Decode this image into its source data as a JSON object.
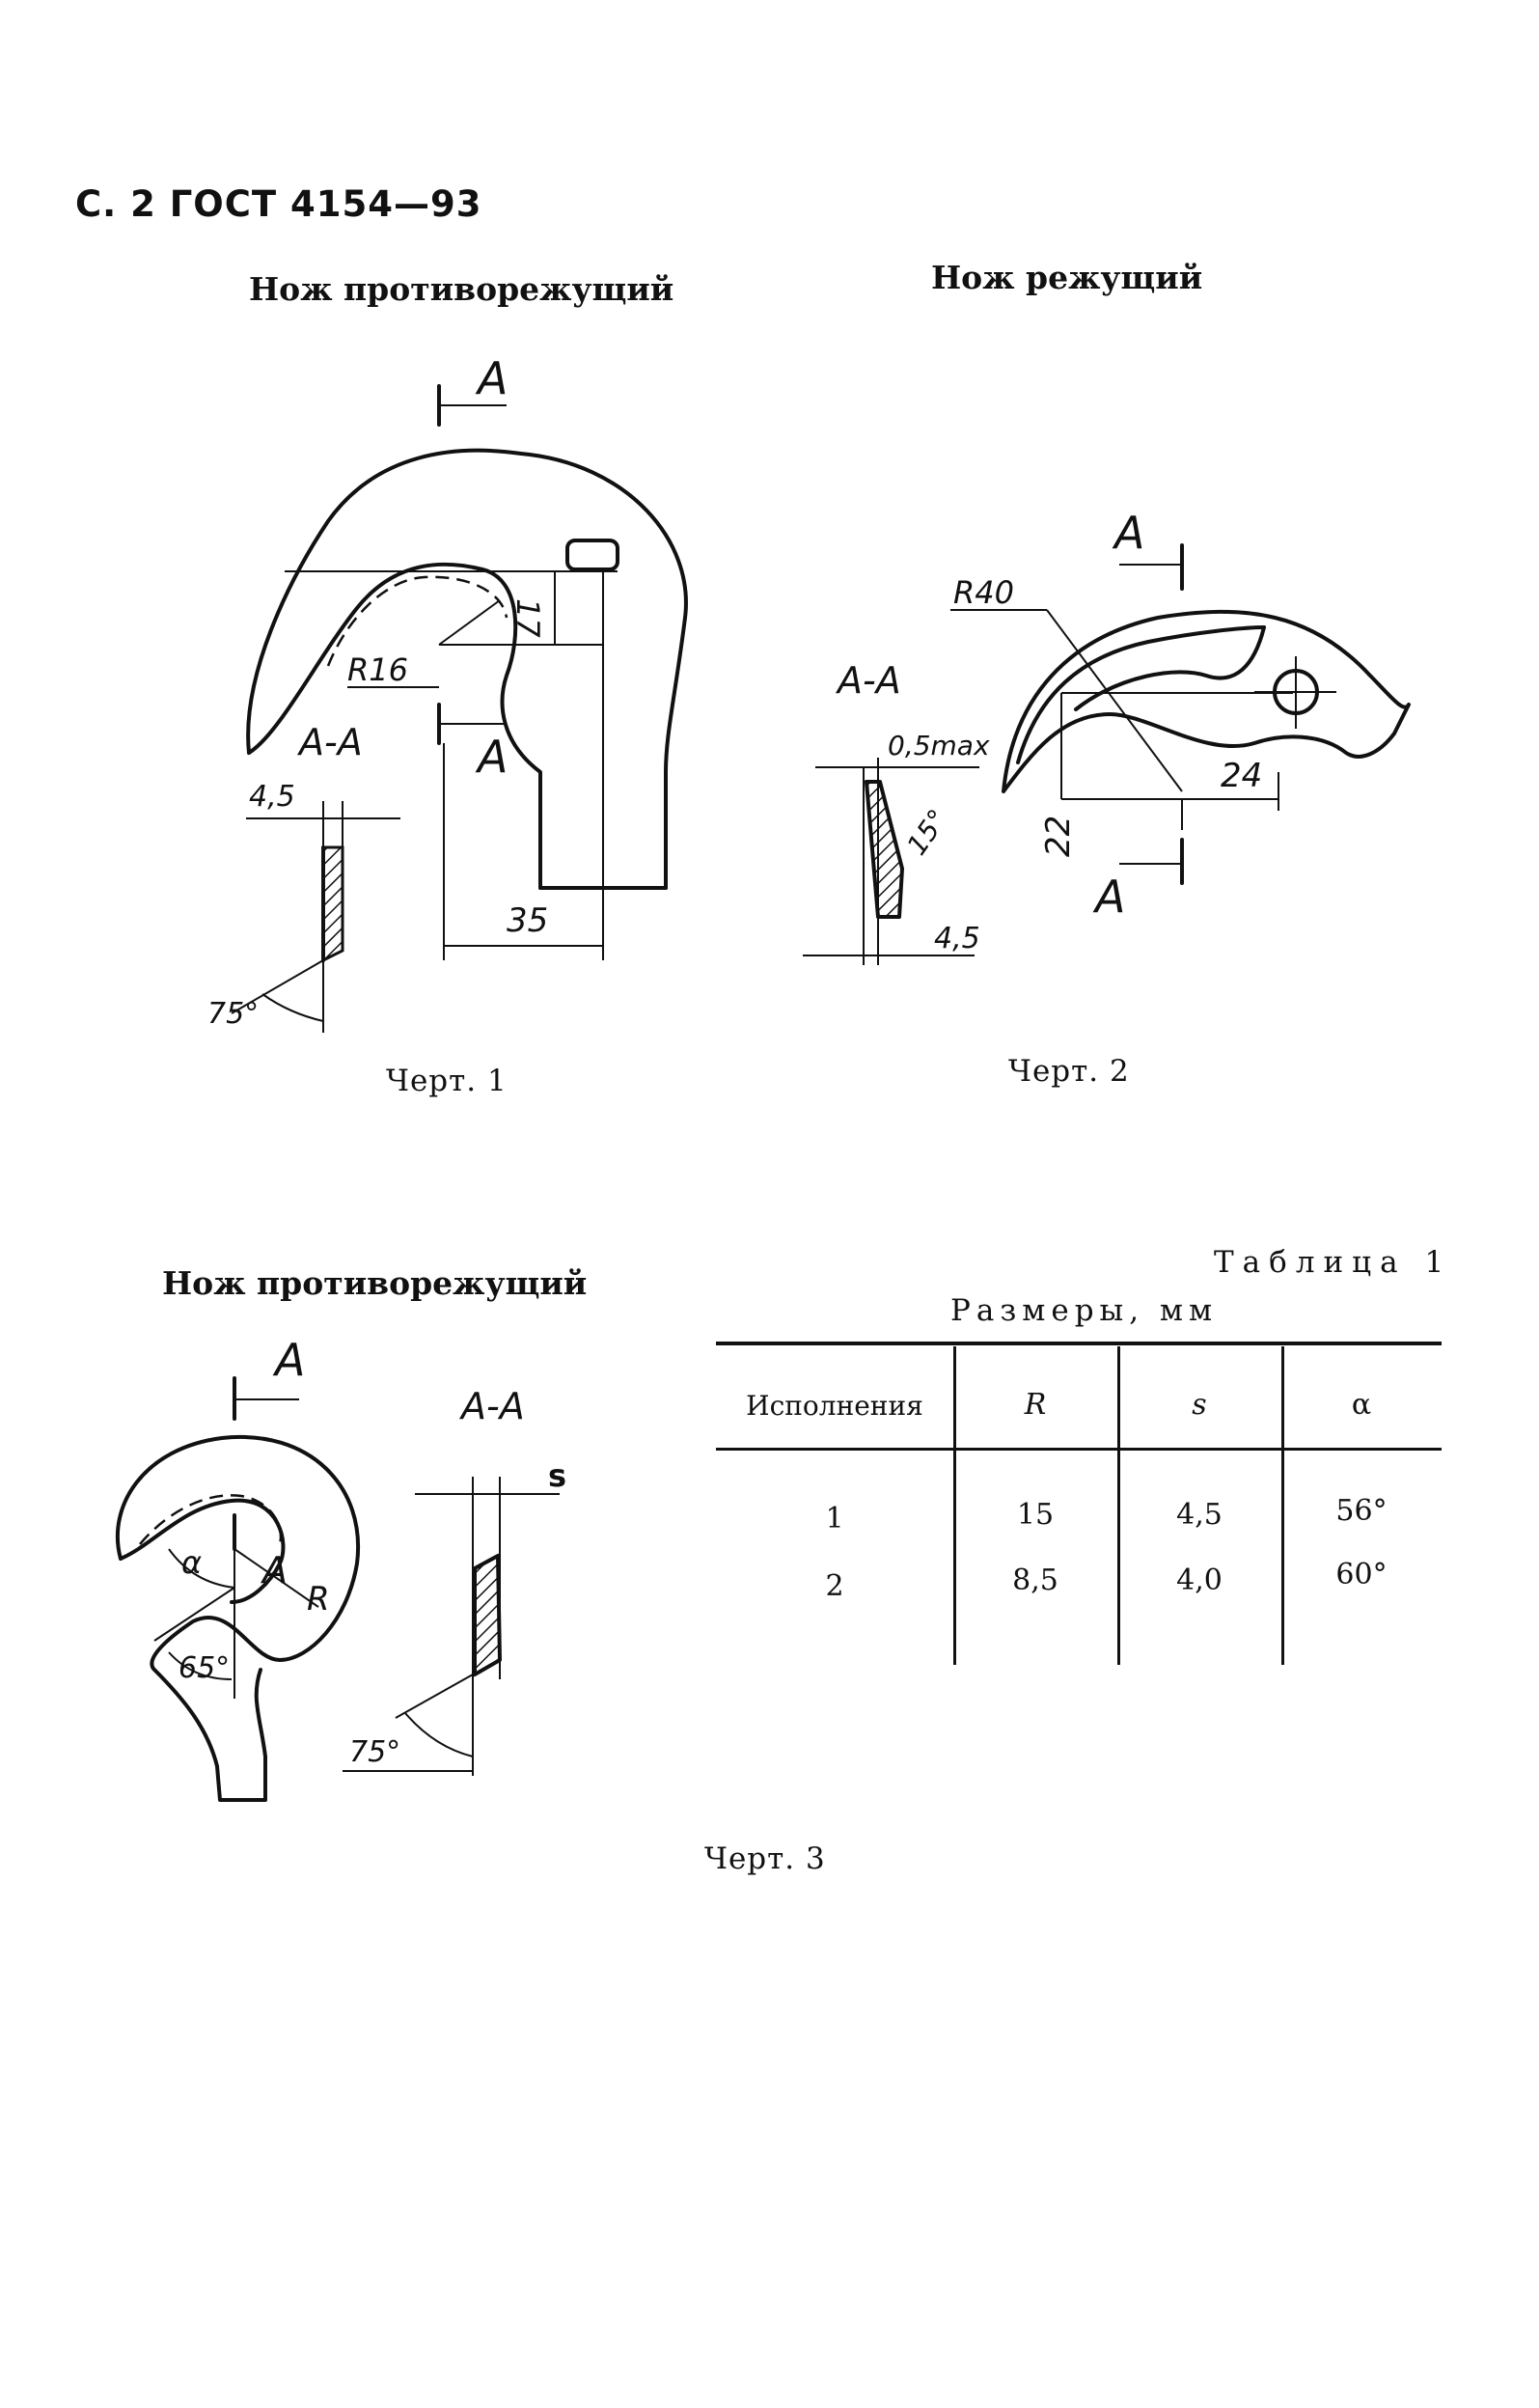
{
  "header": {
    "page_ref": "С. 2 ГОСТ 4154—93"
  },
  "figure1": {
    "title": "Нож противорежущий",
    "caption": "Черт. 1",
    "labels": {
      "section_a_top": "A",
      "section_a_bottom": "A",
      "section_aa": "A-A",
      "radius": "R16",
      "dim_17": "17",
      "dim_35": "35",
      "thickness": "4,5",
      "angle": "75°"
    }
  },
  "figure2": {
    "title": "Нож режущий",
    "caption": "Черт. 2",
    "labels": {
      "section_a_top": "A",
      "section_a_bottom": "A",
      "section_aa": "A-A",
      "radius": "R40",
      "max_edge": "0,5max",
      "angle": "15°",
      "thickness": "4,5",
      "dim_24": "24",
      "dim_22": "22"
    }
  },
  "figure3": {
    "title": "Нож противорежущий",
    "caption": "Черт. 3",
    "labels": {
      "section_a": "A",
      "section_a_inner": "A",
      "section_aa": "A-A",
      "alpha": "α",
      "radius": "R",
      "angle_65": "65°",
      "angle_75": "75°",
      "thickness": "s"
    }
  },
  "table1": {
    "title": "Таблица 1",
    "subtitle": "Размеры, мм",
    "headers": [
      "Исполнения",
      "R",
      "s",
      "α"
    ],
    "rows": [
      [
        "1",
        "15",
        "4,5",
        "56°"
      ],
      [
        "2",
        "8,5",
        "4,0",
        "60°"
      ]
    ]
  }
}
